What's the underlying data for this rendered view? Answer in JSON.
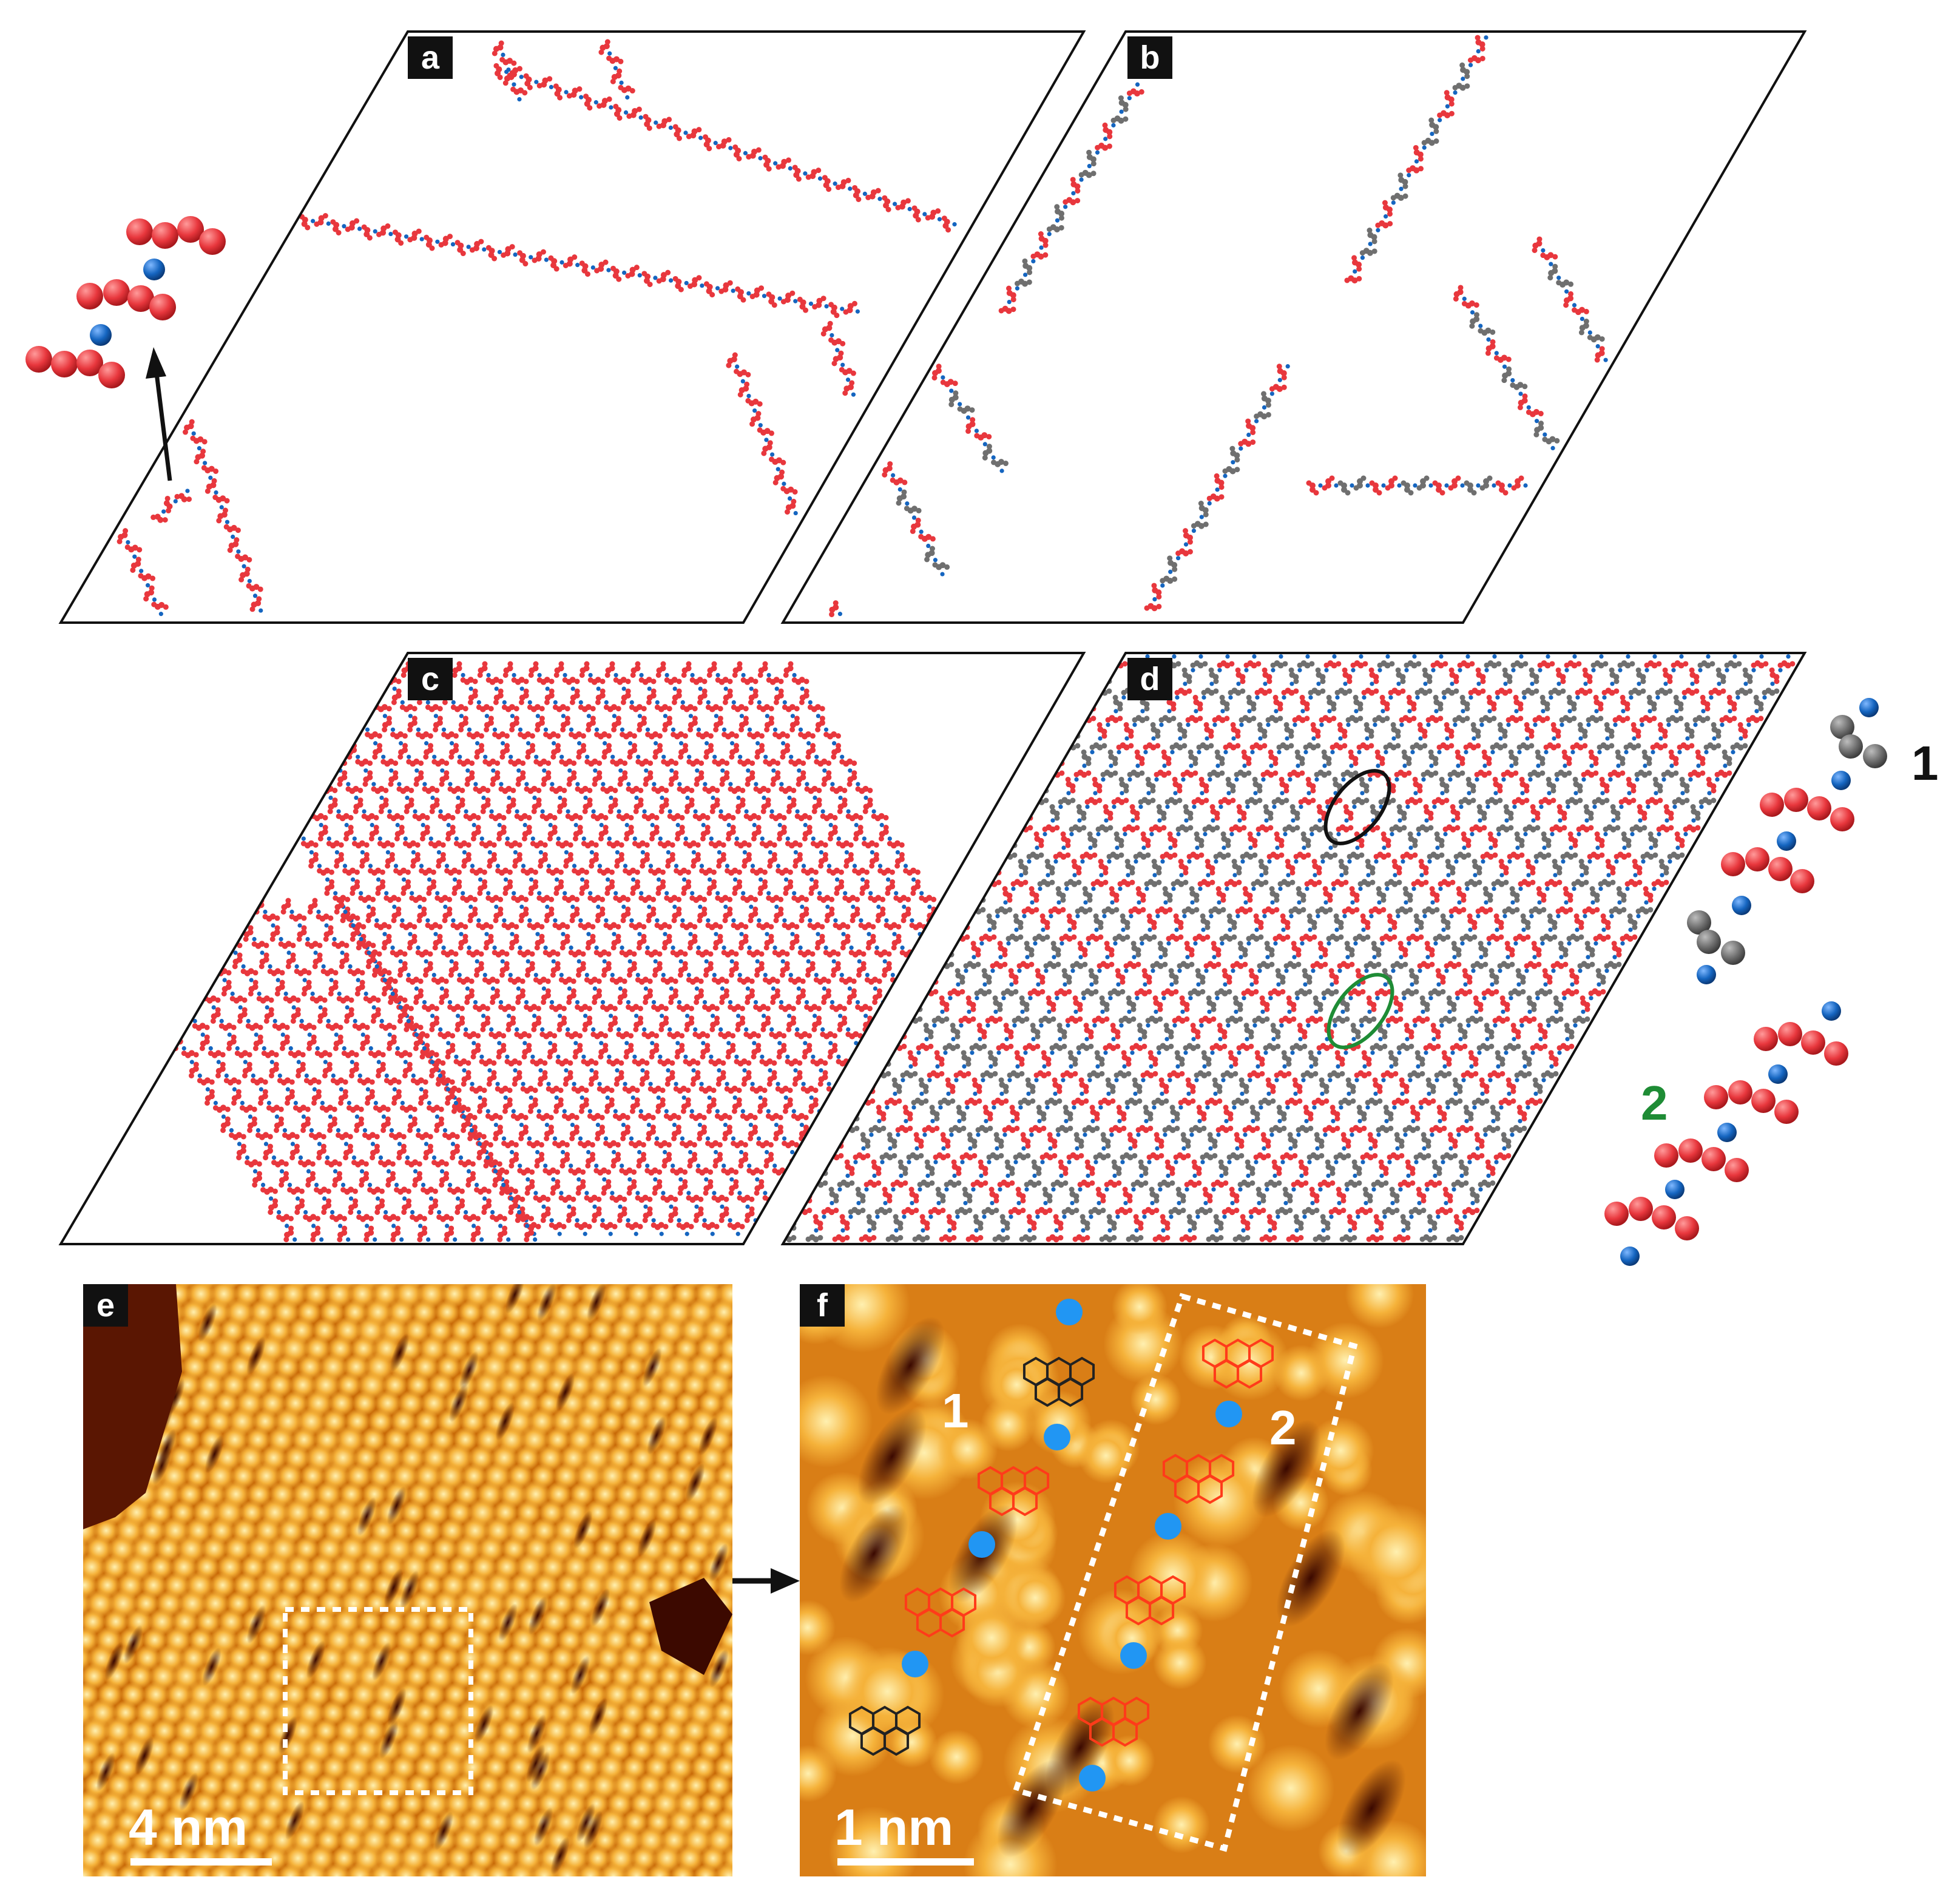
{
  "figure": {
    "panels": [
      {
        "id": "a",
        "label": "a",
        "kind": "simulation"
      },
      {
        "id": "b",
        "label": "b",
        "kind": "simulation"
      },
      {
        "id": "c",
        "label": "c",
        "kind": "simulation"
      },
      {
        "id": "d",
        "label": "d",
        "kind": "simulation"
      },
      {
        "id": "e",
        "label": "e",
        "kind": "stm-image",
        "scale_bar": "4 nm"
      },
      {
        "id": "f",
        "label": "f",
        "kind": "stm-image",
        "scale_bar": "1 nm"
      }
    ],
    "molecule_labels": [
      {
        "id": "mol1",
        "text": "1",
        "color": "#111111"
      },
      {
        "id": "mol2",
        "text": "2",
        "color": "#1e8c35"
      }
    ],
    "stm_labels": [
      {
        "id": "stm1",
        "text": "1"
      },
      {
        "id": "stm2",
        "text": "2"
      }
    ]
  },
  "colors": {
    "red_molecule": "#e8373d",
    "grey_molecule": "#6f6f6f",
    "linker_atom": "#1565c0",
    "linker_atom_stm": "#2196f3",
    "overlay_orange": "#ff3b1a",
    "overlay_black": "#222222",
    "ellipse_black": "#111111",
    "ellipse_green": "#1e8c35",
    "stm_dark": "#4a0d02",
    "stm_mid": "#c86a08",
    "stm_bright": "#ffd77a"
  },
  "icons": [
    "arrow-icon",
    "dashed-selection-box",
    "ellipse-marker",
    "molecule-chain"
  ]
}
